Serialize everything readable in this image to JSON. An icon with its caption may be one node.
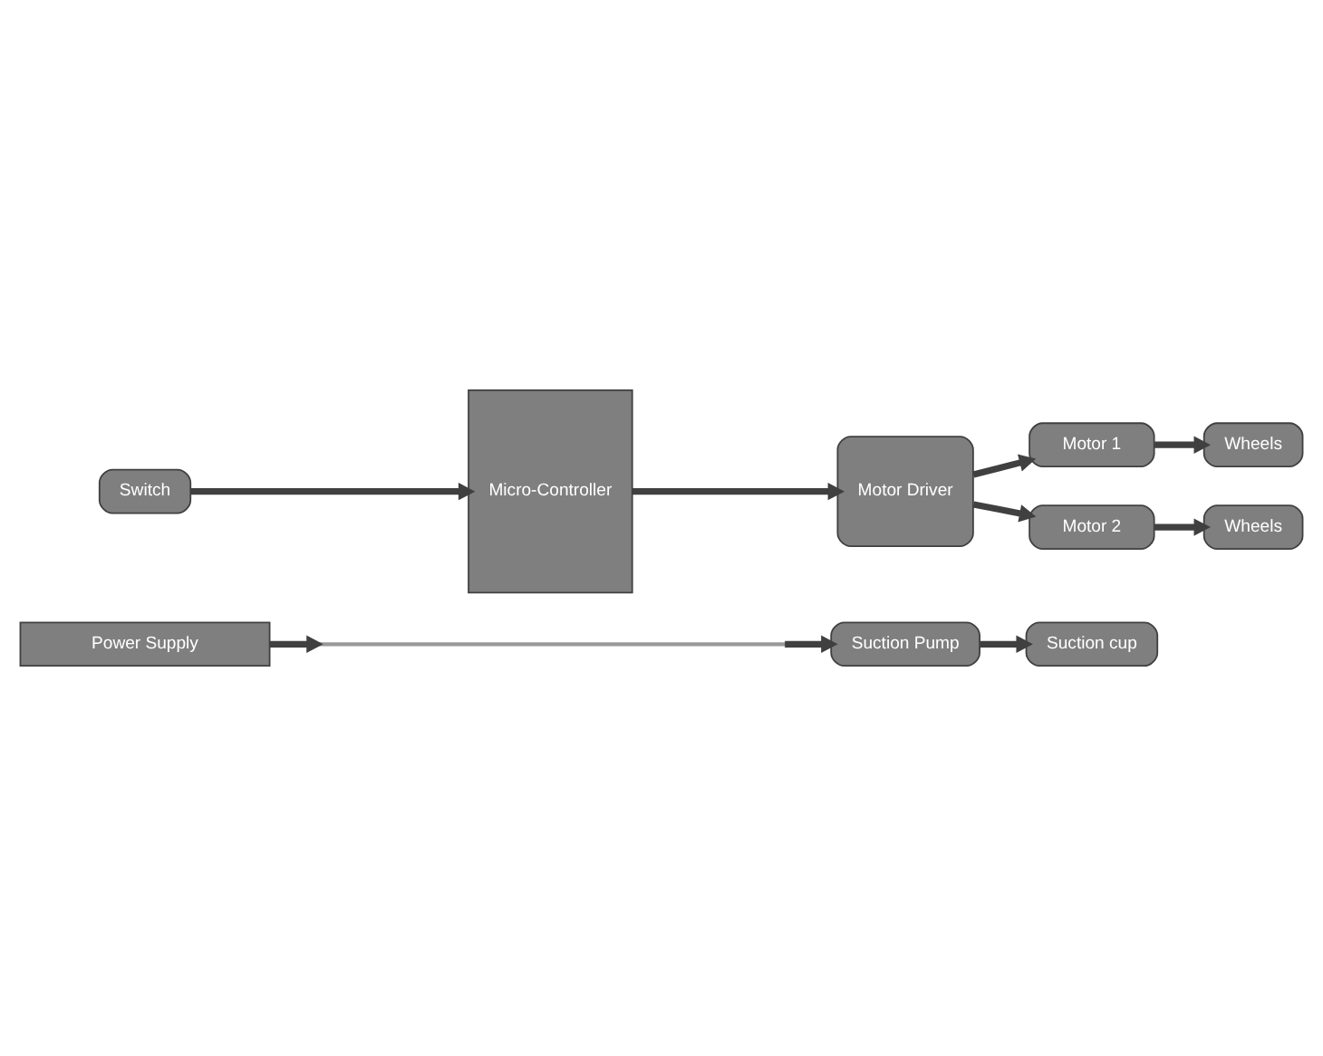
{
  "diagram": {
    "nodes": [
      {
        "text": [
          "Power Supply"
        ]
      },
      {
        "text": [],
        "shape": "bar"
      },
      {
        "text": [
          "Switch"
        ]
      },
      {
        "text": [
          "Micro-Controller"
        ]
      },
      {
        "text": [
          "Suction Pump"
        ]
      },
      {
        "text": [
          "Suction cup"
        ]
      },
      {
        "text": [
          "Motor Driver"
        ]
      },
      {
        "text": [
          "Motor 1"
        ]
      },
      {
        "text": [
          "Motor 2"
        ]
      },
      {
        "text": [
          "Wheels"
        ]
      },
      {
        "text": [
          "Wheels"
        ]
      }
    ],
    "edges": [
      {
        "from": 0,
        "to": 1,
        "arrow": "to"
      },
      {
        "from": 1,
        "to": 4,
        "arrow": "to"
      },
      {
        "from": 4,
        "to": 5,
        "arrow": "to"
      },
      {
        "from": 2,
        "to": 3,
        "arrow": "to"
      },
      {
        "from": 3,
        "to": 6,
        "arrow": "to"
      },
      {
        "from": 6,
        "to": 7,
        "arrow": "to"
      },
      {
        "from": 6,
        "to": 8,
        "arrow": "to"
      },
      {
        "from": 7,
        "to": 9,
        "arrow": "to"
      },
      {
        "from": 8,
        "to": 10,
        "arrow": "to"
      }
    ]
  }
}
